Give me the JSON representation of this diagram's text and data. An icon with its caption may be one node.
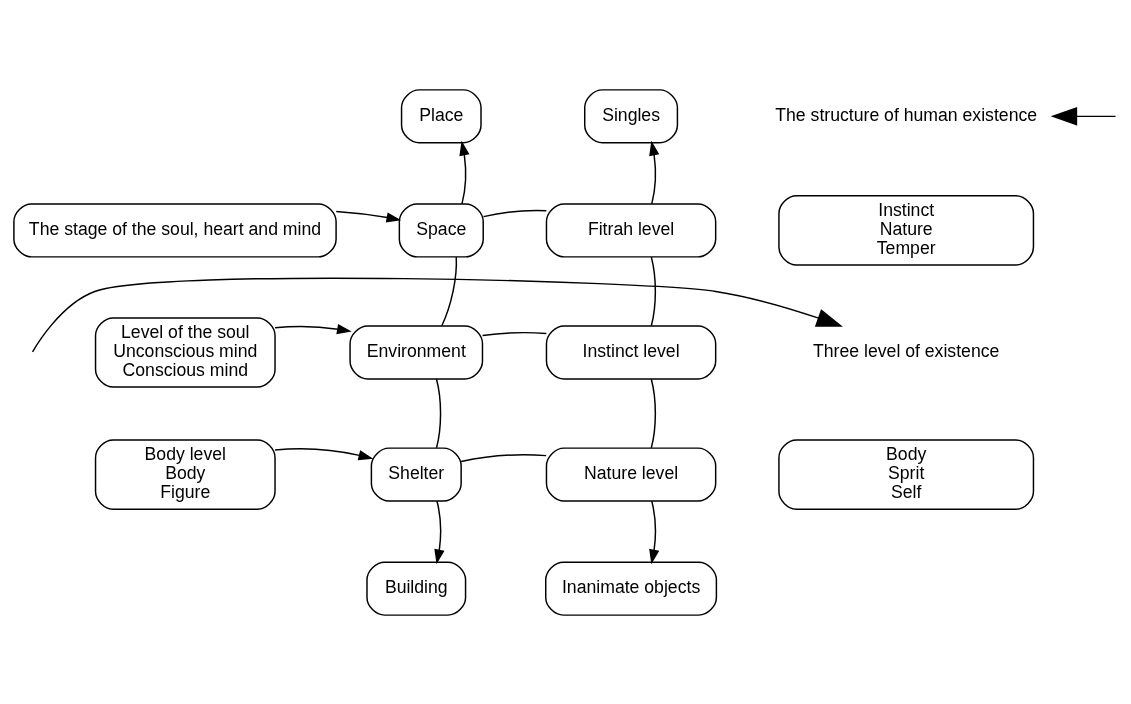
{
  "diagram": {
    "nodes": [
      {
        "text": [
          "Place"
        ]
      },
      {
        "text": [
          "Singles"
        ]
      },
      {
        "text": [
          "The stage of the soul, heart and mind"
        ]
      },
      {
        "text": [
          "Space"
        ]
      },
      {
        "text": [
          "Fitrah level"
        ]
      },
      {
        "text": [
          "Level of the soul",
          "Unconscious mind",
          "Conscious mind"
        ]
      },
      {
        "text": [
          "Environment"
        ]
      },
      {
        "text": [
          "Instinct level"
        ]
      },
      {
        "text": [
          "Body level",
          "Body",
          "Figure"
        ]
      },
      {
        "text": [
          "Shelter"
        ]
      },
      {
        "text": [
          "Nature level"
        ]
      },
      {
        "text": [
          "Building"
        ]
      },
      {
        "text": [
          "Inanimate objects"
        ]
      },
      {
        "text": [
          "The structure of human existence"
        ]
      },
      {
        "text": [
          "Instinct",
          "Nature",
          "Temper"
        ]
      },
      {
        "text": [
          "Three level of existence"
        ]
      },
      {
        "text": [
          "Body",
          "Sprit",
          "Self"
        ]
      }
    ],
    "edges": [
      {
        "from": 2,
        "to": 3,
        "arrow": "to"
      },
      {
        "from": 3,
        "to": 0,
        "arrow": "to"
      },
      {
        "from": 3,
        "to": 4,
        "arrow": "none"
      },
      {
        "from": 4,
        "to": 1,
        "arrow": "to"
      },
      {
        "from": 5,
        "to": 6,
        "arrow": "to"
      },
      {
        "from": 6,
        "to": 7,
        "arrow": "none"
      },
      {
        "from": 3,
        "to": 6,
        "arrow": "none"
      },
      {
        "from": 4,
        "to": 7,
        "arrow": "none"
      },
      {
        "from": 8,
        "to": 9,
        "arrow": "to"
      },
      {
        "from": 9,
        "to": 10,
        "arrow": "none"
      },
      {
        "from": 6,
        "to": 9,
        "arrow": "none"
      },
      {
        "from": 7,
        "to": 10,
        "arrow": "none"
      },
      {
        "from": 9,
        "to": 11,
        "arrow": "to"
      },
      {
        "from": 10,
        "to": 12,
        "arrow": "to"
      },
      {
        "from": null,
        "to": 13,
        "arrow": "to"
      },
      {
        "from": null,
        "to": 15,
        "arrow": "to"
      }
    ]
  }
}
